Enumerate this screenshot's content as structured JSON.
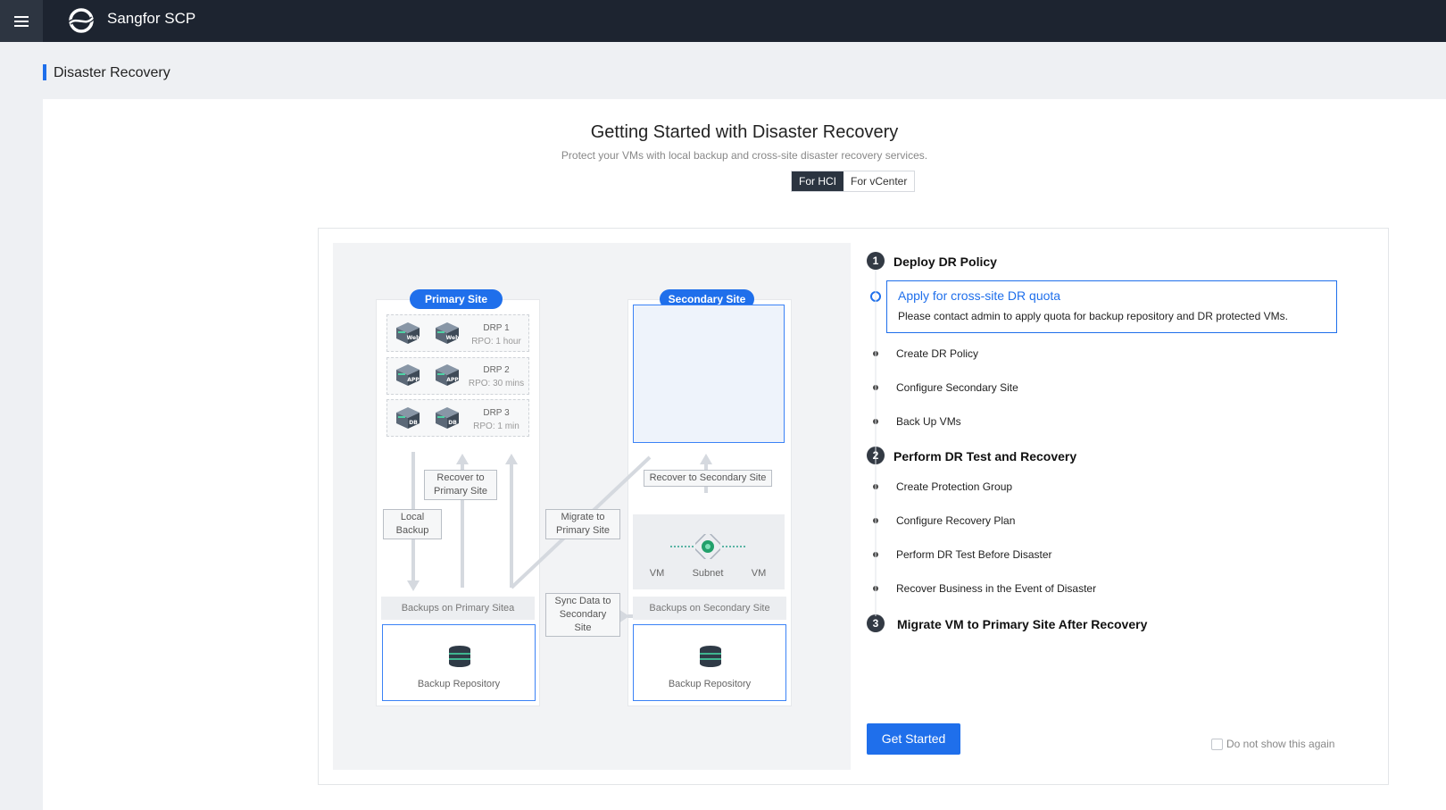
{
  "app": {
    "brand": "Sangfor SCP"
  },
  "page": {
    "title": "Disaster Recovery"
  },
  "intro": {
    "headline": "Getting Started with Disaster Recovery",
    "subline": "Protect your VMs with local backup and cross-site disaster recovery services.",
    "tabs": [
      {
        "label": "For HCI",
        "active": true
      },
      {
        "label": "For vCenter",
        "active": false
      }
    ]
  },
  "diagram": {
    "primary_site": "Primary Site",
    "secondary_site": "Secondary Site",
    "drp": [
      {
        "name": "DRP 1",
        "rpo": "RPO: 1 hour",
        "icon": "Web"
      },
      {
        "name": "DRP 2",
        "rpo": "RPO: 30 mins",
        "icon": "APP"
      },
      {
        "name": "DRP 3",
        "rpo": "RPO: 1 min",
        "icon": "DB"
      }
    ],
    "dr_icon": "DR",
    "labels": {
      "recover_primary_1": "Recover to",
      "recover_primary_2": "Primary Site",
      "local_backup_1": "Local",
      "local_backup_2": "Backup",
      "migrate_1": "Migrate to",
      "migrate_2": "Primary Site",
      "sync_1": "Sync Data to",
      "sync_2": "Secondary Site",
      "recover_secondary": "Recover to Secondary Site",
      "backups_primary": "Backups on Primary Sitea",
      "backups_secondary": "Backups on Secondary Site",
      "repo_primary": "Backup Repository",
      "repo_secondary": "Backup Repository",
      "vm_left": "VM",
      "subnet": "Subnet",
      "vm_right": "VM"
    },
    "colors": {
      "accent": "#1f6feb",
      "cube": "#5b6877"
    }
  },
  "steps": [
    {
      "num": "1",
      "title": "Deploy DR Policy",
      "highlight": {
        "title": "Apply for cross-site DR quota",
        "desc": "Please contact admin to apply quota for backup repository and DR protected VMs."
      },
      "items": [
        "Create DR Policy",
        "Configure Secondary Site",
        "Back Up VMs"
      ]
    },
    {
      "num": "2",
      "title": "Perform DR Test and Recovery",
      "items": [
        "Create Protection Group",
        "Configure Recovery Plan",
        "Perform DR Test Before Disaster",
        "Recover Business in the Event of Disaster"
      ]
    },
    {
      "num": "3",
      "title": "Migrate VM to Primary Site After Recovery",
      "items": []
    }
  ],
  "actions": {
    "get_started": "Get Started",
    "do_not_show": "Do not show this again"
  }
}
